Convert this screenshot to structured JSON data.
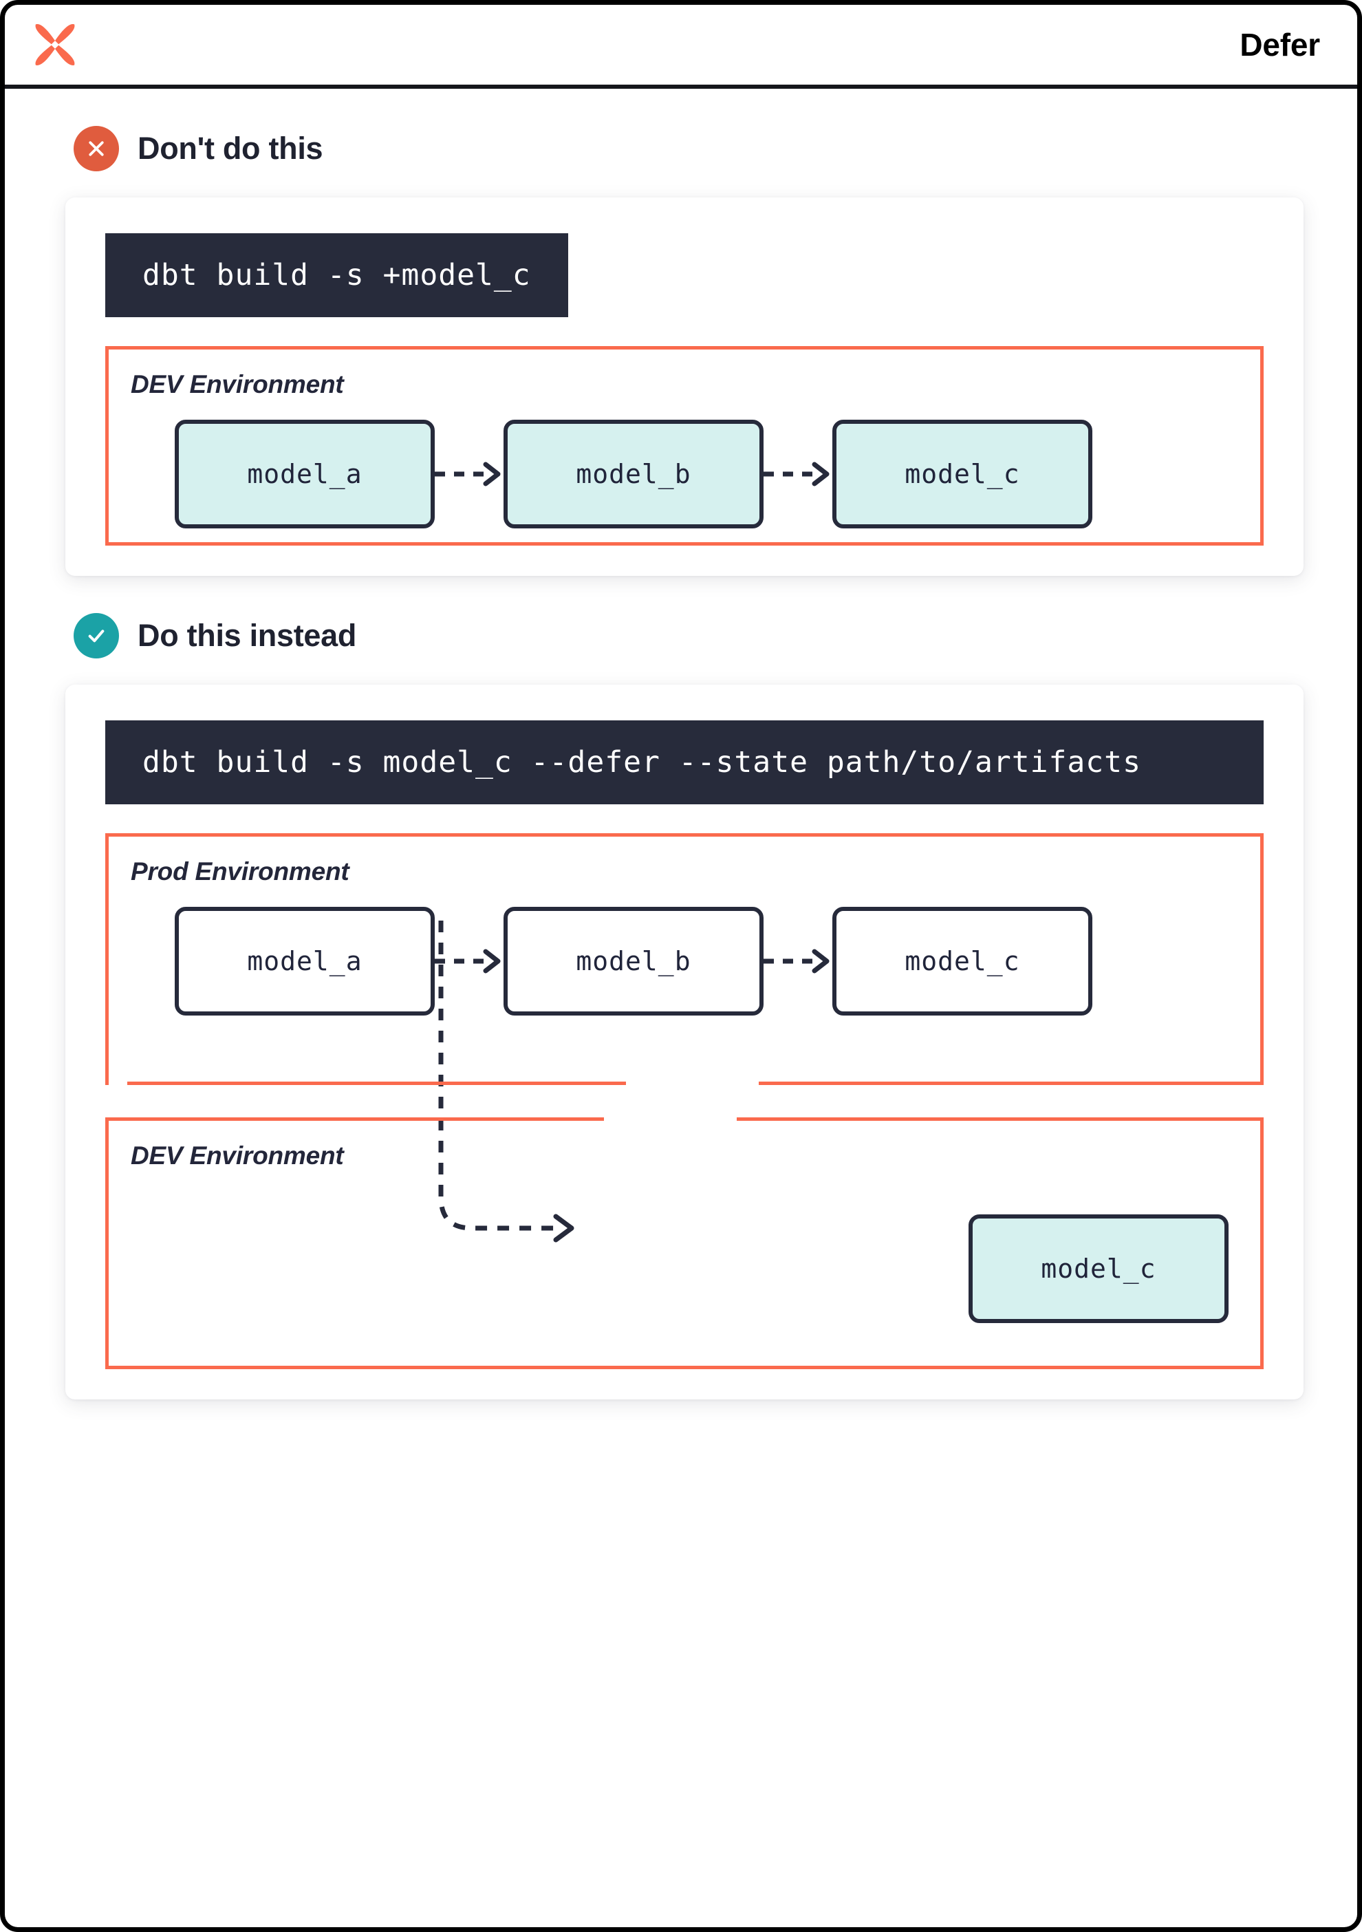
{
  "header": {
    "logo_name": "dbt-logo",
    "title": "Defer"
  },
  "colors": {
    "brand_orange": "#fa6a4d",
    "bad_badge": "#e05c3e",
    "good_badge": "#1ba2a6",
    "code_bg": "#272b3b",
    "model_fill_cyan": "#d6f1ef",
    "model_border": "#262a3b",
    "text_dark": "#1f2230"
  },
  "sections": [
    {
      "badge_icon": "x-circle-icon",
      "badge_type": "bad",
      "title": "Don't do this",
      "command": "dbt build -s +model_c",
      "environments": [
        {
          "label": "DEV Environment",
          "models": [
            {
              "name": "model_a",
              "fill": "cyan"
            },
            {
              "name": "model_b",
              "fill": "cyan"
            },
            {
              "name": "model_c",
              "fill": "cyan"
            }
          ]
        }
      ]
    },
    {
      "badge_icon": "check-circle-icon",
      "badge_type": "good",
      "title": "Do this instead",
      "command": "dbt build -s model_c --defer --state path/to/artifacts",
      "environments": [
        {
          "label": "Prod Environment",
          "models": [
            {
              "name": "model_a",
              "fill": "white"
            },
            {
              "name": "model_b",
              "fill": "white"
            },
            {
              "name": "model_c",
              "fill": "white"
            }
          ]
        },
        {
          "label": "DEV Environment",
          "models": [
            {
              "name": "model_c",
              "fill": "cyan"
            }
          ]
        }
      ]
    }
  ]
}
